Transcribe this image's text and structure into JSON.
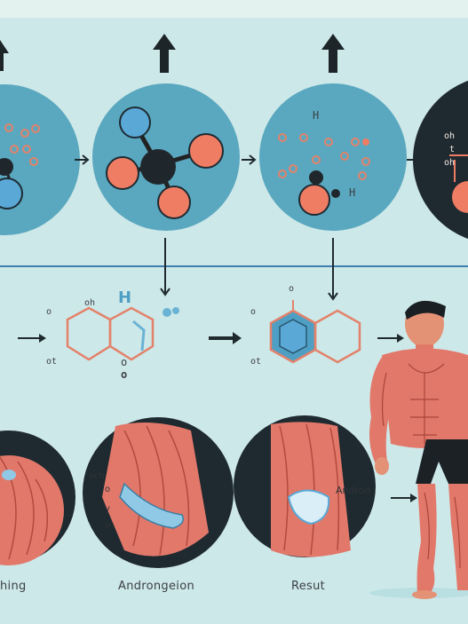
{
  "row1": {
    "hydrogen_label": "H",
    "dark_circle_labels": [
      "oh",
      "t",
      "oh"
    ]
  },
  "row2": {
    "left_labels": [
      "o",
      "oh",
      "o",
      "ot",
      "o"
    ],
    "h_label": "H",
    "right_labels": [
      "o",
      "o",
      "ot"
    ]
  },
  "row3": {
    "inset_labels": [
      "och",
      "o",
      "y",
      "u"
    ],
    "result_label": "Andron",
    "captions": [
      "hing",
      "Androngeion",
      "Resut"
    ]
  },
  "colors": {
    "background": "#cde8e9",
    "circle_fill": "#5aa8bf",
    "dark_circle": "#1f2a30",
    "salmon": "#ef7d63",
    "atom_blue": "#5aa8d6",
    "atom_dark": "#20272c",
    "ring_stroke": "#e3826a",
    "muscle": "#e2786a",
    "line_blue": "#3e7fb0",
    "arrow": "#1f2a2f"
  },
  "icons": [
    "up-arrow-icon",
    "right-arrow-icon",
    "down-arrow-icon",
    "molecule-icon",
    "hexagon-ring-icon",
    "muscle-figure-icon"
  ]
}
